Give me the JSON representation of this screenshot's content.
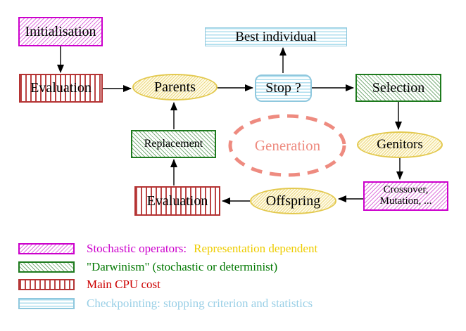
{
  "diagram": {
    "nodes": {
      "initialisation": "Initialisation",
      "evaluation_top": "Evaluation",
      "parents": "Parents",
      "best_individual": "Best individual",
      "stop": "Stop ?",
      "selection": "Selection",
      "replacement": "Replacement",
      "generation": "Generation",
      "genitors": "Genitors",
      "evaluation_bottom": "Evaluation",
      "crossover_line1": "Crossover,",
      "crossover_line2": "Mutation, ...",
      "offspring": "Offspring"
    },
    "edges": [
      "initialisation->evaluation_top",
      "evaluation_top->parents",
      "parents->stop",
      "stop->best_individual",
      "stop->selection",
      "selection->genitors",
      "genitors->crossover",
      "crossover->offspring",
      "offspring->evaluation_bottom",
      "evaluation_bottom->replacement",
      "replacement->parents"
    ]
  },
  "legend": {
    "items": [
      {
        "swatch": "magenta-diagonal-hatch",
        "label": "Stochastic operators:",
        "label2": "Representation dependent"
      },
      {
        "swatch": "green-diagonal-hatch",
        "label": "\"Darwinism\" (stochastic or determinist)"
      },
      {
        "swatch": "red-vertical-stripes",
        "label": "Main CPU cost"
      },
      {
        "swatch": "cyan-horizontal-stripes",
        "label": "Checkpointing: stopping criterion and statistics"
      }
    ]
  },
  "colors": {
    "magenta": "#cc00cc",
    "red_border": "#b43333",
    "red_text": "#cc0000",
    "green_border": "#1d7a1d",
    "green_text": "#007700",
    "cyan_border": "#8fc8de",
    "cyan_text": "#99cfe6",
    "gold_border": "#e3c94f",
    "gold_text": "#eecc00",
    "coral": "#ee8b80",
    "arrow": "#000000"
  }
}
